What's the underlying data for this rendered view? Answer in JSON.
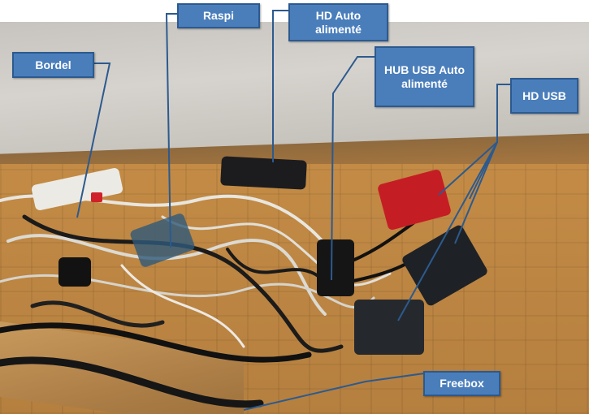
{
  "image": {
    "description": "Photo of a tangle of cables and devices on a parquet floor, annotated with blue callout labels",
    "callouts": [
      {
        "id": "bordel",
        "label": "Bordel"
      },
      {
        "id": "raspi",
        "label": "Raspi"
      },
      {
        "id": "hd-auto",
        "label": "HD Auto alimenté"
      },
      {
        "id": "hub-usb",
        "label": "HUB USB Auto alimenté"
      },
      {
        "id": "hd-usb",
        "label": "HD USB"
      },
      {
        "id": "freebox",
        "label": "Freebox"
      }
    ],
    "colors": {
      "callout_fill": "#4a7ebb",
      "callout_border": "#2c5a8f",
      "callout_text": "#ffffff"
    }
  }
}
